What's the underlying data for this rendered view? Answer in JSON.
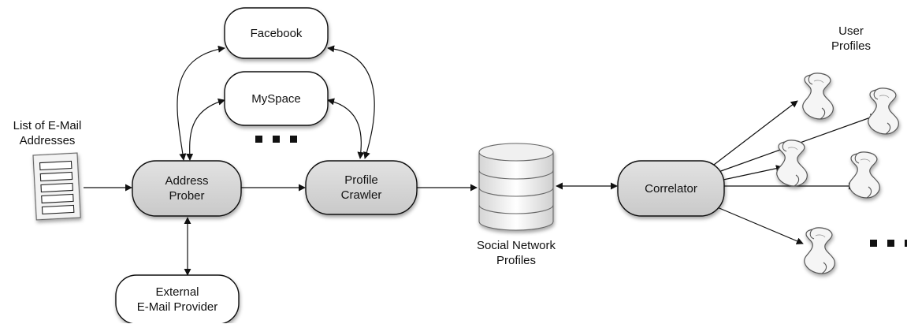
{
  "input": {
    "label_line1": "List of E-Mail",
    "label_line2": "Addresses",
    "icon": "email-list-icon"
  },
  "nodes": {
    "facebook": "Facebook",
    "myspace": "MySpace",
    "address_prober_line1": "Address",
    "address_prober_line2": "Prober",
    "profile_crawler_line1": "Profile",
    "profile_crawler_line2": "Crawler",
    "correlator": "Correlator",
    "external_provider_line1": "External",
    "external_provider_line2": "E-Mail Provider"
  },
  "database": {
    "label_line1": "Social Network",
    "label_line2": "Profiles",
    "icon": "database-icon"
  },
  "output": {
    "label_line1": "User",
    "label_line2": "Profiles",
    "icon": "scroll-icon"
  },
  "colors": {
    "process_fill": "#d3d3d3",
    "service_fill": "#ffffff",
    "stroke": "#111111"
  }
}
